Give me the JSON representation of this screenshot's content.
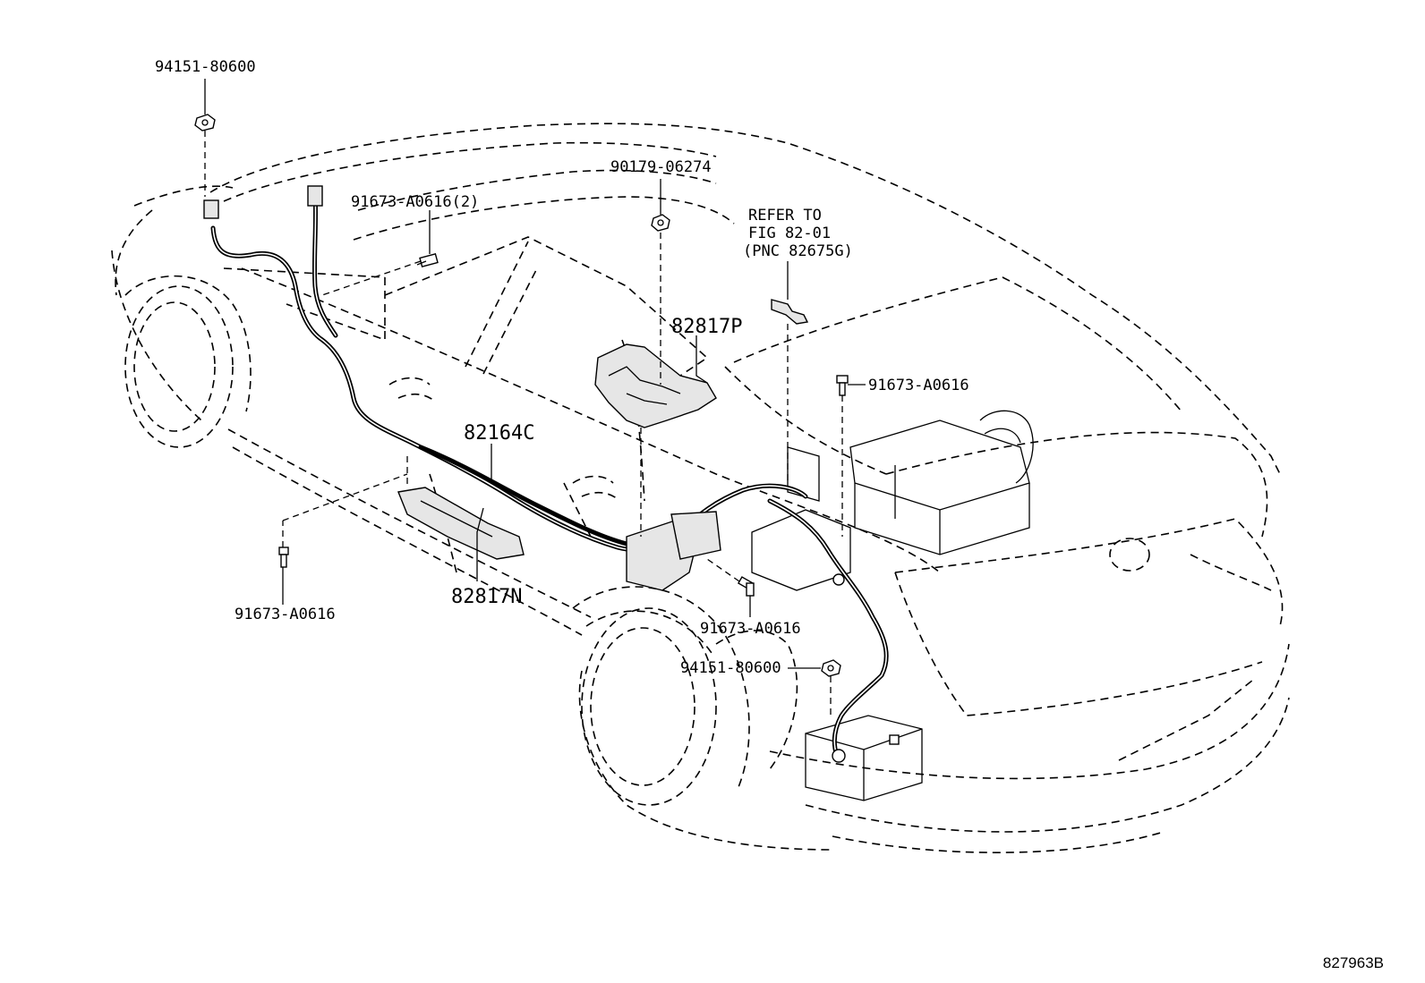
{
  "callouts": {
    "nut_front": "94151-80600",
    "screw_front_2": "91673-A0616(2)",
    "nut_center": "90179-06274",
    "refer_line1": "REFER TO",
    "refer_line2": "FIG 82-01",
    "refer_line3": "(PNC 82675G)",
    "cover_p": "82817P",
    "screw_rear_upper": "91673-A0616",
    "harness": "82164C",
    "screw_bottom_left": "91673-A0616",
    "cover_n": "82817N",
    "screw_rear_mid": "91673-A0616",
    "nut_rear": "94151-80600"
  },
  "figure_number": "827963B"
}
